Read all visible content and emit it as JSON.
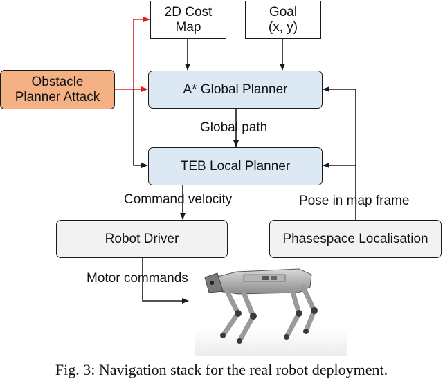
{
  "nodes": {
    "cost_map": "2D Cost\nMap",
    "goal": "Goal\n(x, y)",
    "obstacle_attack": "Obstacle\nPlanner Attack",
    "global_planner": "A* Global Planner",
    "local_planner": "TEB Local Planner",
    "robot_driver": "Robot Driver",
    "localisation": "Phasespace Localisation"
  },
  "edge_labels": {
    "global_path": "Global path",
    "command_velocity": "Command velocity",
    "pose": "Pose in map frame",
    "motor_commands": "Motor commands"
  },
  "caption": "Fig. 3: Navigation stack for the real robot deployment.",
  "colors": {
    "attack_edge": "#e02020",
    "edge": "#1a1a1a",
    "planner_fill": "#dde8f5",
    "attack_fill": "#f4b183",
    "driver_fill": "#f2f2f2"
  },
  "icons": {
    "robot": "quadruped-robot-image"
  }
}
